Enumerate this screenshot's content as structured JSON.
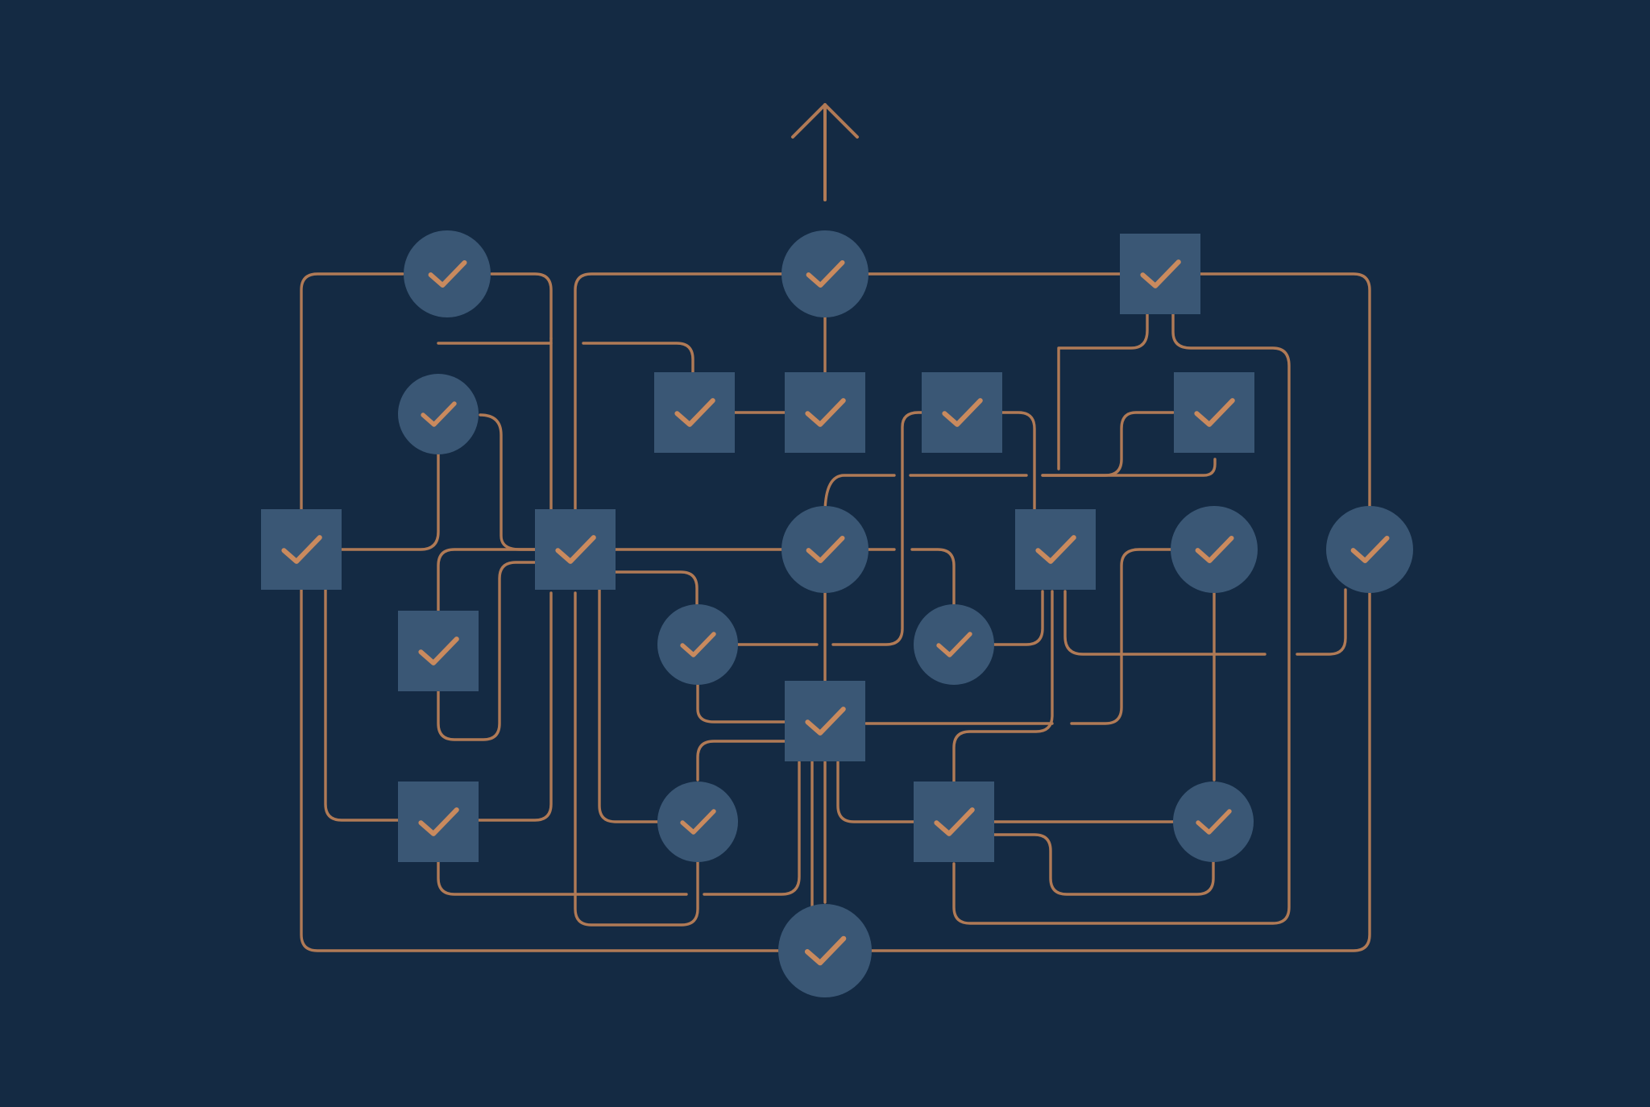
{
  "colors": {
    "background": "#142a43",
    "node_fill": "#3a5775",
    "connector": "#b07a56",
    "check": "#c98a5e"
  },
  "diagram": {
    "output_icon": "arrow-up-icon",
    "node_icon": "check-icon",
    "node_count": 25,
    "node_shapes": [
      "circle",
      "square"
    ]
  }
}
